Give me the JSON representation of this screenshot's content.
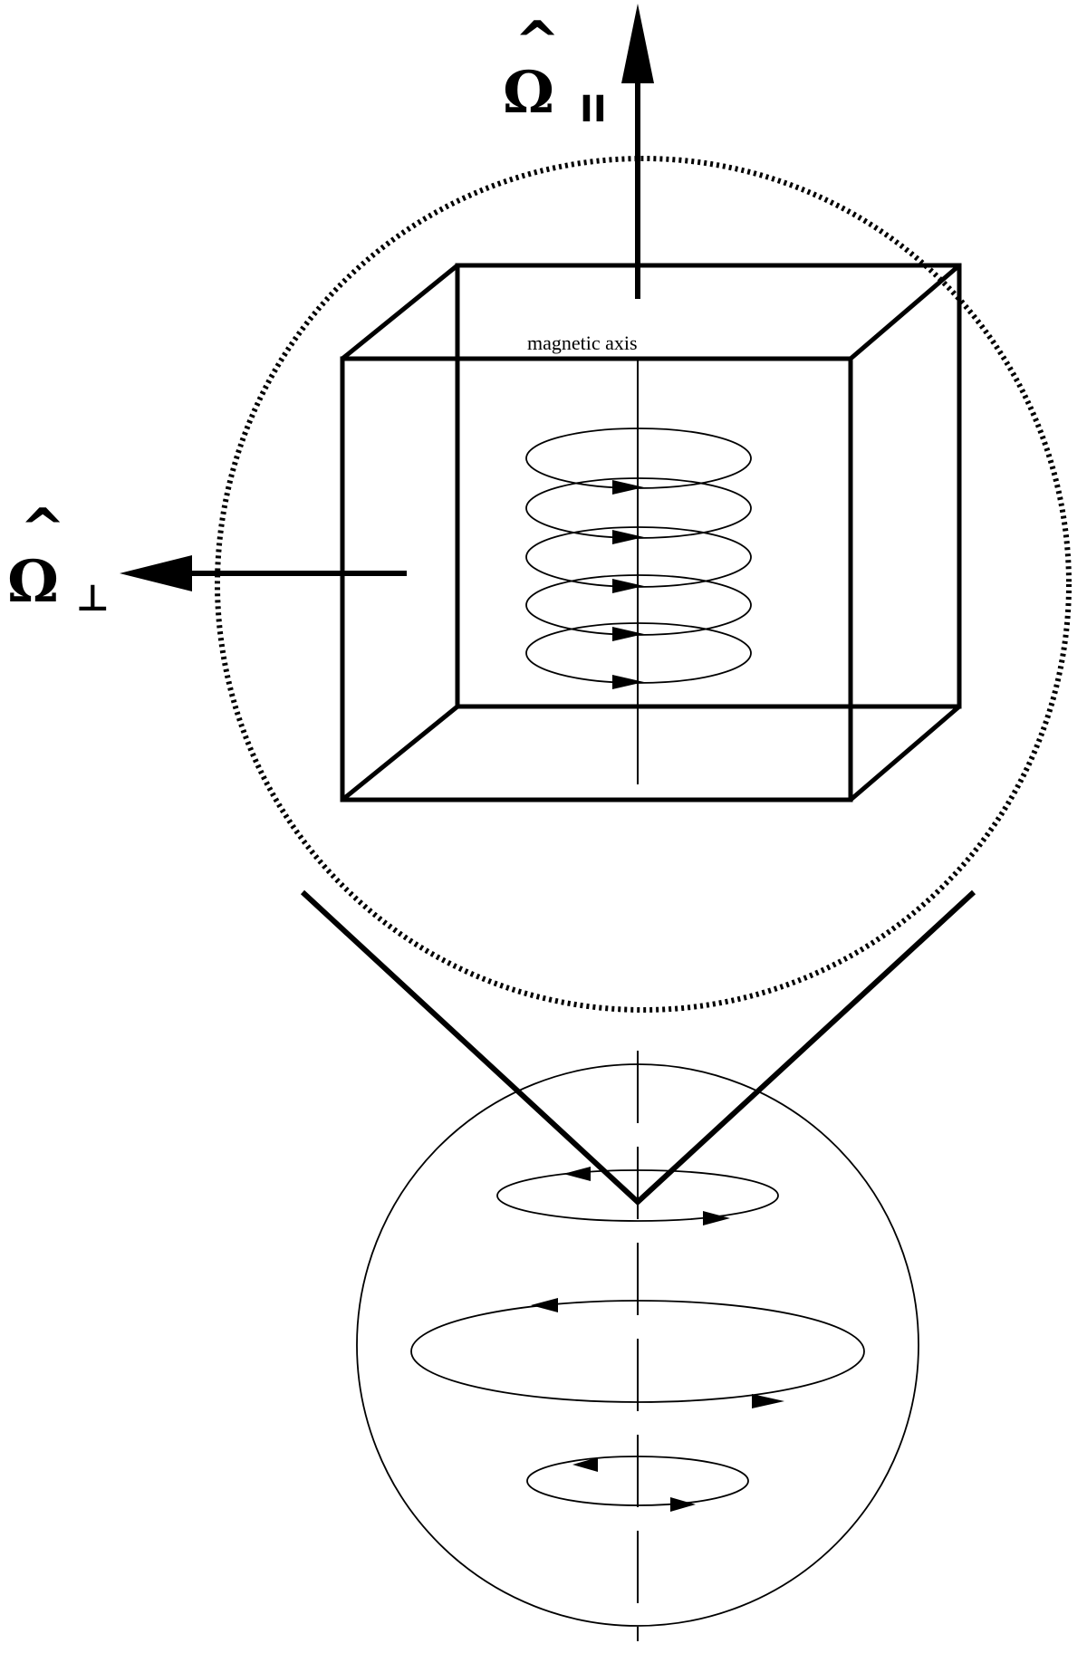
{
  "labels": {
    "omega_parallel": {
      "symbol": "Ω",
      "hat": "^",
      "subscript": "II"
    },
    "omega_perp": {
      "symbol": "Ω",
      "hat": "^",
      "subscript": "⊥"
    },
    "magnetic_axis": "magnetic axis"
  },
  "colors": {
    "ink": "#000000",
    "background": "#ffffff"
  }
}
